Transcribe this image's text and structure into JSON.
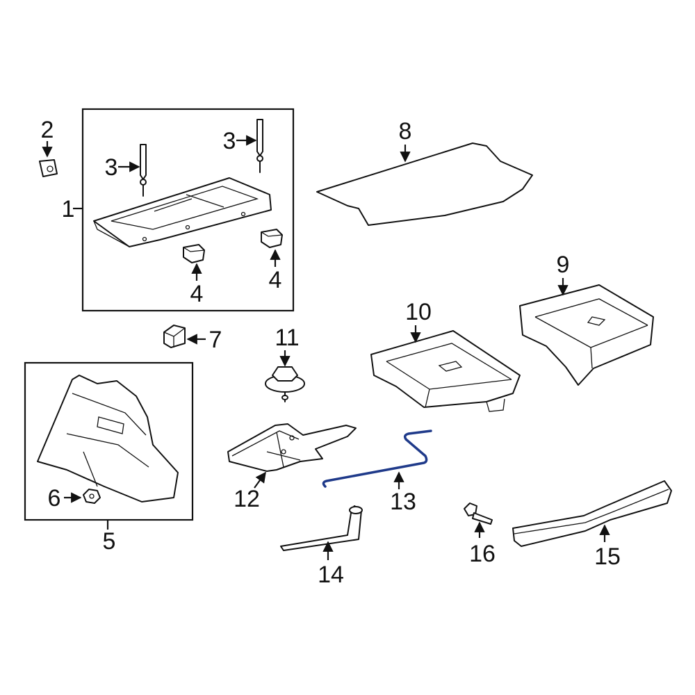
{
  "diagram": {
    "accent_color": "#1f3a8a",
    "callouts": {
      "c1": "1",
      "c2": "2",
      "c3a": "3",
      "c3b": "3",
      "c4a": "4",
      "c4b": "4",
      "c5": "5",
      "c6": "6",
      "c7": "7",
      "c8": "8",
      "c9": "9",
      "c10": "10",
      "c11": "11",
      "c12": "12",
      "c13": "13",
      "c14": "14",
      "c15": "15",
      "c16": "16"
    }
  }
}
